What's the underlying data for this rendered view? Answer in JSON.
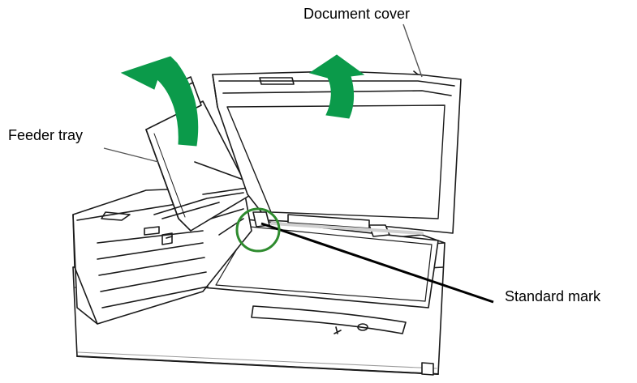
{
  "labels": {
    "document_cover": "Document cover",
    "feeder_tray": "Feeder tray",
    "standard_mark": "Standard mark"
  },
  "colors": {
    "arrow_green": "#0b9a4a",
    "highlight_circle": "#2e8b2e",
    "line_art": "#1a1a1a",
    "shadow_gray": "#cfcfcf"
  }
}
